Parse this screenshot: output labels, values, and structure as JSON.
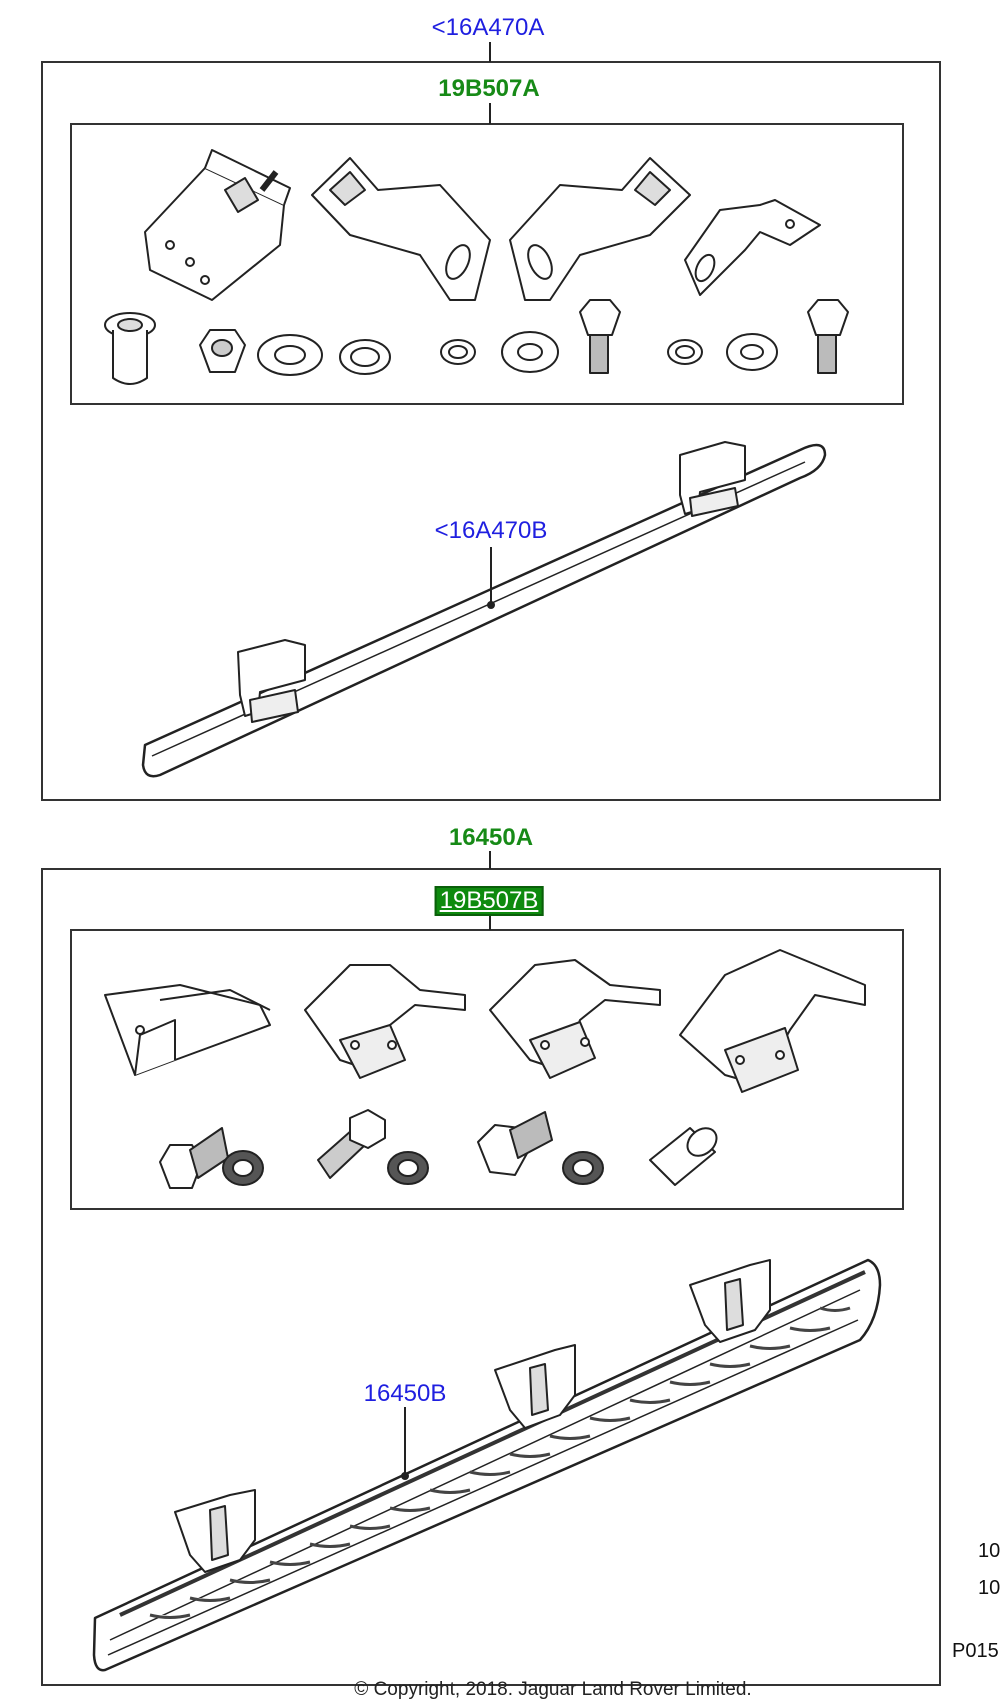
{
  "callouts": {
    "top_assembly": "<16A470A",
    "top_kit": "19B507A",
    "tube_bar": "<16A470B",
    "board_assembly": "16450A",
    "board_kit": "19B507B",
    "running_board": "16450B"
  },
  "side_text": {
    "line1": "10",
    "line2": "10",
    "ref": "P015"
  },
  "copyright": "© Copyright, 2018. Jaguar Land Rover Limited.",
  "colors": {
    "link": "#1f1fe0",
    "kit": "#178a17",
    "selected_bg": "#0e8a0e"
  }
}
